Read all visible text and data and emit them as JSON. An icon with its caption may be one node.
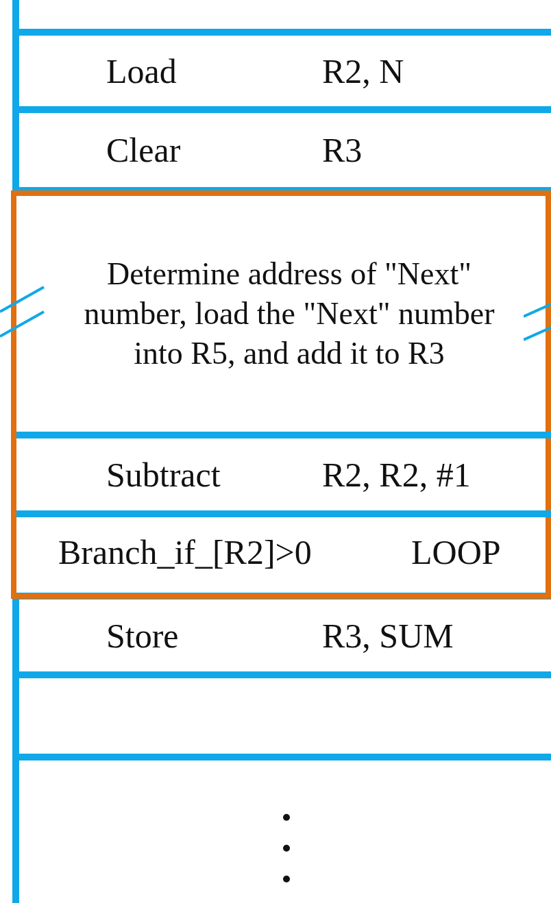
{
  "diagram": {
    "nodes": [
      {
        "text": [],
        "shape": "box"
      },
      {
        "text": [
          "Load",
          "R2, N"
        ]
      },
      {
        "text": [
          "Clear",
          "R3"
        ]
      },
      {
        "text": [],
        "shape": "box"
      },
      {
        "text": [
          "Determine address of \"Next\" number, load the \"Next\" number into R5, and add it to R3"
        ],
        "in": 3
      },
      {
        "text": [
          "Subtract",
          "R2, R2, #1"
        ],
        "in": 3
      },
      {
        "text": [
          "Branch_if_[R2]>0",
          "LOOP"
        ],
        "in": 3
      },
      {
        "text": [
          "Store",
          "R3, SUM"
        ]
      },
      {
        "text": [],
        "shape": "box"
      },
      {
        "text": [],
        "shape": "box"
      }
    ]
  }
}
